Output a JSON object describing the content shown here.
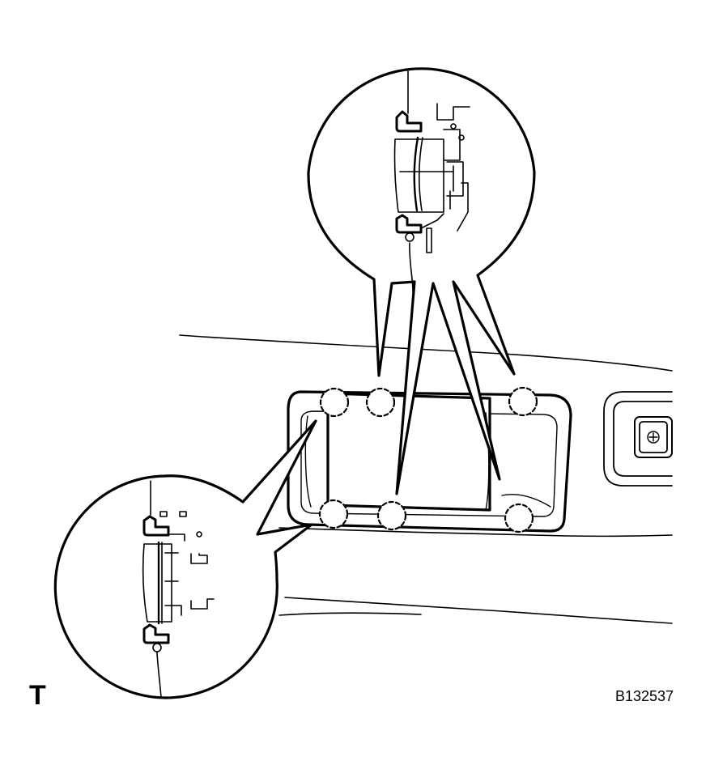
{
  "diagram": {
    "corner_letter": "T",
    "figure_code": "B132537",
    "line_color": "#000000",
    "background_color": "#ffffff",
    "clip_markers": [
      "clip-top-1",
      "clip-top-2",
      "clip-top-3",
      "clip-bottom-1",
      "clip-bottom-2",
      "clip-bottom-3"
    ],
    "callouts": [
      "detail-top",
      "detail-bottom-left"
    ]
  }
}
